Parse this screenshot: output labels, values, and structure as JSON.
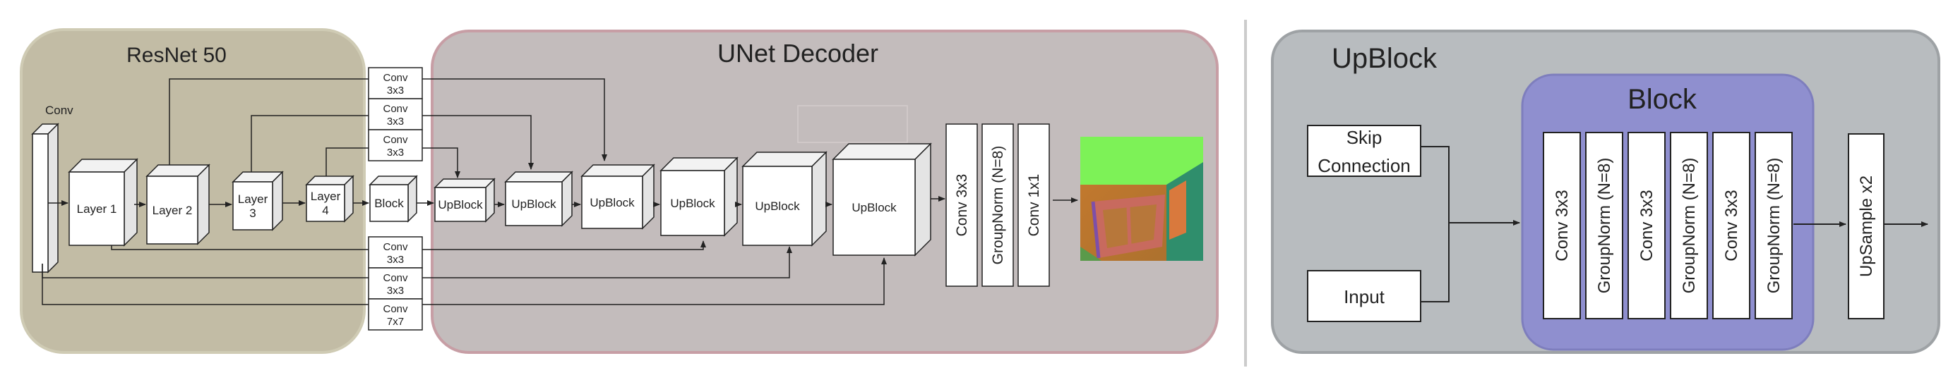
{
  "encoder": {
    "title": "ResNet 50",
    "conv_label": "Conv",
    "layers": [
      "Layer 1",
      "Layer 2",
      "Layer 3",
      "Layer 4"
    ],
    "bottleneck": "Block"
  },
  "decoder": {
    "title": "UNet Decoder",
    "upblock_label": "UpBlock"
  },
  "skip_convs": {
    "top": [
      "Conv 3x3",
      "Conv 3x3",
      "Conv 3x3"
    ],
    "bottom": [
      "Conv 3x3",
      "Conv 3x3",
      "Conv 7x7"
    ]
  },
  "head": [
    "Conv 3x3",
    "GroupNorm (N=8)",
    "Conv 1x1"
  ],
  "upblock_detail": {
    "title": "UpBlock",
    "skip_input": "Skip Connection",
    "input": "Input",
    "block_title": "Block",
    "block_layers": [
      "Conv 3x3",
      "GroupNorm (N=8)",
      "Conv 3x3",
      "GroupNorm (N=8)",
      "Conv 3x3",
      "GroupNorm (N=8)"
    ],
    "upsample": "UpSample x2"
  },
  "colors": {
    "encoder_panel": "#c2bca5",
    "decoder_panel": "#c3bcbc",
    "upblock_panel": "#b8bcbf",
    "block_panel": "#8f8fcf"
  }
}
